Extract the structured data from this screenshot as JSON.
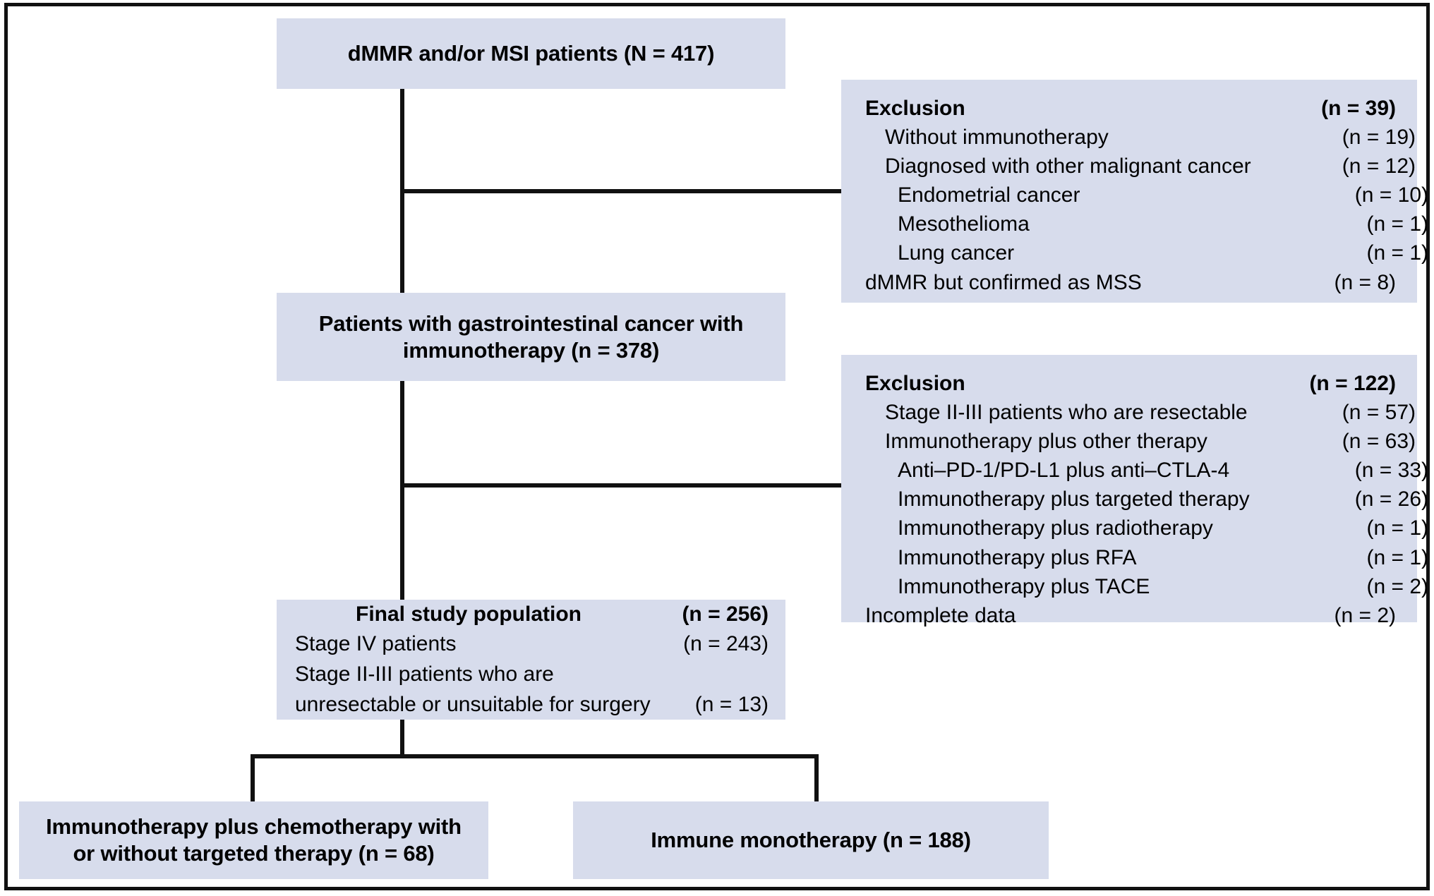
{
  "figure": {
    "type": "flowchart",
    "kind": "patient-selection-flow-diagram",
    "box_fill_color": "#d7dcec",
    "line_color": "#111111",
    "text_color": "#000000"
  },
  "nodes": {
    "source_cohort": {
      "label": "dMMR and/or MSI patients (N = 417)"
    },
    "gi_cohort": {
      "line1": "Patients with gastrointestinal cancer with",
      "line2": "immunotherapy (n = 378)"
    },
    "final_population": {
      "head_label": "Final study population",
      "head_count": "(n = 256)",
      "rows": [
        {
          "label": "Stage IV patients",
          "count": "(n = 243)"
        },
        {
          "label": "Stage II-III patients who are",
          "count": ""
        },
        {
          "label": "unresectable or unsuitable for surgery",
          "count": "(n = 13)"
        }
      ]
    },
    "arm_combination": {
      "line1": "Immunotherapy plus chemotherapy with",
      "line2": "or without targeted therapy (n = 68)"
    },
    "arm_monotherapy": {
      "label": "Immune monotherapy (n = 188)"
    }
  },
  "exclusions": [
    {
      "head_label": "Exclusion",
      "head_count": "(n = 39)",
      "rows": [
        {
          "label": "Without immunotherapy",
          "count": "(n = 19)",
          "indent": 1
        },
        {
          "label": "Diagnosed with other malignant cancer",
          "count": "(n = 12)",
          "indent": 1
        },
        {
          "label": "Endometrial cancer",
          "count": "(n = 10)",
          "indent": 2
        },
        {
          "label": "Mesothelioma",
          "count": "(n = 1)",
          "indent": 2
        },
        {
          "label": "Lung cancer",
          "count": "(n = 1)",
          "indent": 2
        },
        {
          "label": "dMMR but confirmed as MSS",
          "count": "(n = 8)",
          "indent": 0
        }
      ]
    },
    {
      "head_label": "Exclusion",
      "head_count": "(n = 122)",
      "rows": [
        {
          "label": "Stage II-III patients who are resectable",
          "count": "(n = 57)",
          "indent": 1
        },
        {
          "label": "Immunotherapy plus other therapy",
          "count": "(n = 63)",
          "indent": 1
        },
        {
          "label": "Anti–PD-1/PD-L1 plus anti–CTLA-4",
          "count": "(n = 33)",
          "indent": 2
        },
        {
          "label": "Immunotherapy plus targeted therapy",
          "count": "(n = 26)",
          "indent": 2
        },
        {
          "label": "Immunotherapy plus radiotherapy",
          "count": "(n = 1)",
          "indent": 2
        },
        {
          "label": "Immunotherapy plus RFA",
          "count": "(n = 1)",
          "indent": 2
        },
        {
          "label": "Immunotherapy plus TACE",
          "count": "(n = 2)",
          "indent": 2
        },
        {
          "label": "Incomplete data",
          "count": "(n = 2)",
          "indent": 0
        }
      ]
    }
  ]
}
